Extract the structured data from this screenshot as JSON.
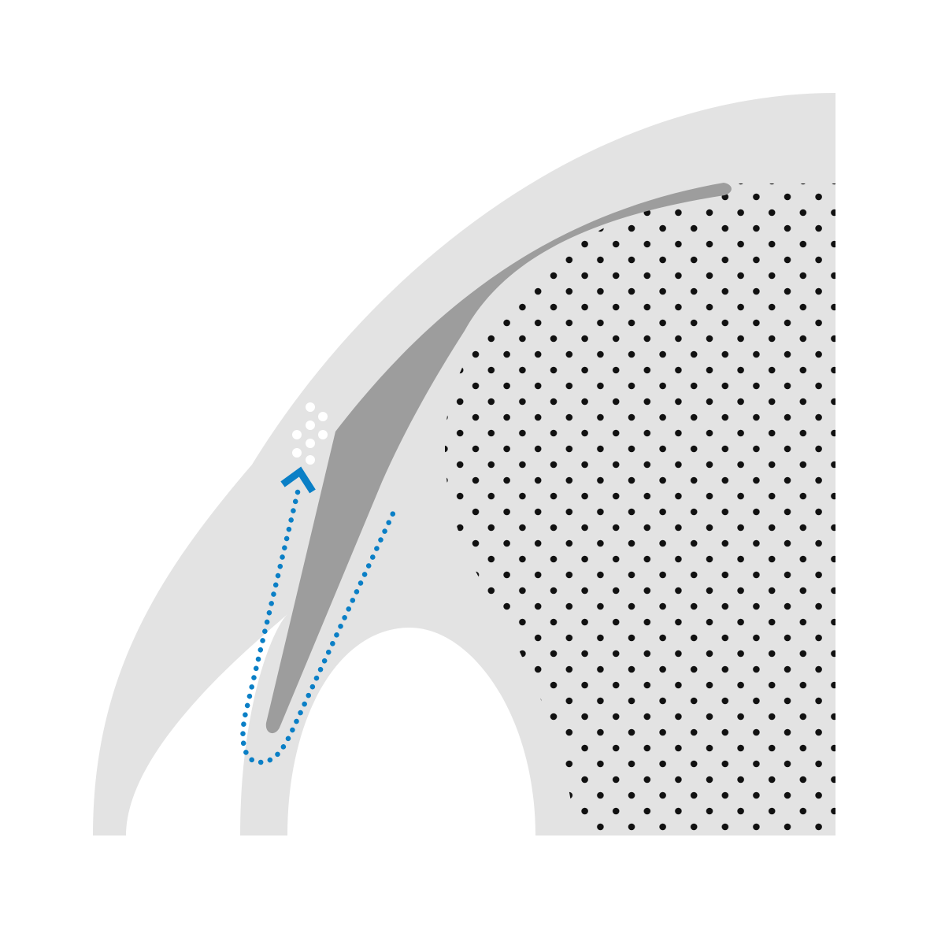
{
  "diagram": {
    "colors": {
      "background": "#ffffff",
      "tissue": "#e3e3e3",
      "blade": "#9d9d9d",
      "flow": "#0a7fc6",
      "dot_pattern": "#111111",
      "particles": "#ffffff"
    },
    "elements": {
      "tissue_band": "curved-band-shape",
      "blade": "curved-blade-shape",
      "dotted_region": "dotted-texture-region",
      "particle_cluster": "white-dot-cluster",
      "flow_path": "dotted-flow-arrow",
      "arrow_head": "arrowhead-icon"
    }
  }
}
